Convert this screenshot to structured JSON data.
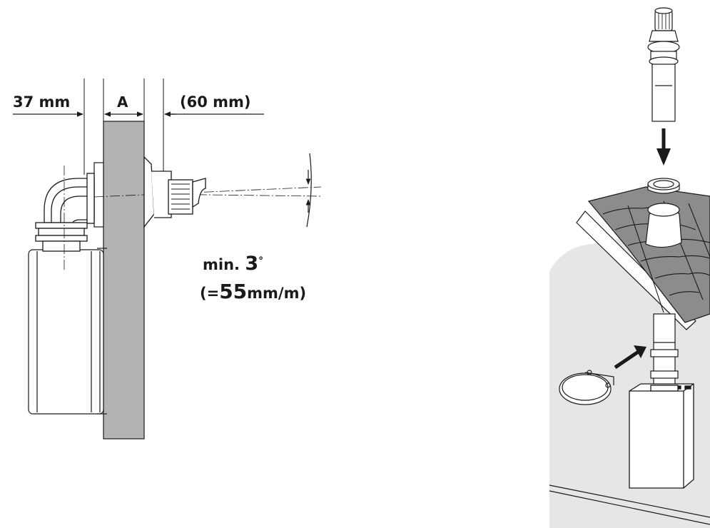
{
  "dimensions": {
    "left_offset": "37 mm",
    "wall": "A",
    "right_offset": "(60 mm)"
  },
  "slope": {
    "line1_prefix": "min. ",
    "line1_value": "3",
    "line1_unit": "°",
    "line2_open": "(=",
    "line2_value": "55",
    "line2_unit": "mm/m)"
  },
  "colors": {
    "wall": "#b3b3b3",
    "roof": "#8c8c8c",
    "interior": "#e6e6e6",
    "stroke": "#1a1a1a"
  }
}
